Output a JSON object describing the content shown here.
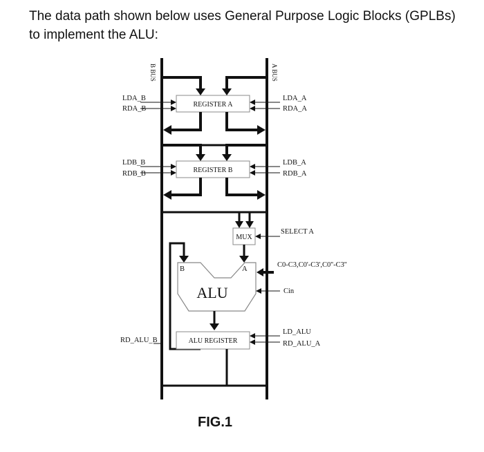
{
  "intro": {
    "line1": "The data path shown below uses General Purpose Logic Blocks (GPLBs)",
    "line2": "to implement the ALU:"
  },
  "diagram": {
    "b_bus": "B BUS",
    "a_bus": "A BUS",
    "register_a": "REGISTER A",
    "register_b": "REGISTER B",
    "mux": "MUX",
    "alu": "ALU",
    "alu_register": "ALU REGISTER",
    "port_b": "B",
    "port_a": "A",
    "lda_b": "LDA_B",
    "rda_b": "RDA_B",
    "ldb_b": "LDB_B",
    "rdb_b": "RDB_B",
    "rd_alu_b": "RD_ALU_B",
    "lda_a": "LDA_A",
    "rda_a": "RDA_A",
    "ldb_a": "LDB_A",
    "rdb_a": "RDB_A",
    "select_a": "SELECT A",
    "carries": "C0-C3,C0'-C3',C0''-C3''",
    "cin": "Cin",
    "ld_alu": "LD_ALU",
    "rd_alu_a": "RD_ALU_A",
    "caption": "FIG.1"
  }
}
